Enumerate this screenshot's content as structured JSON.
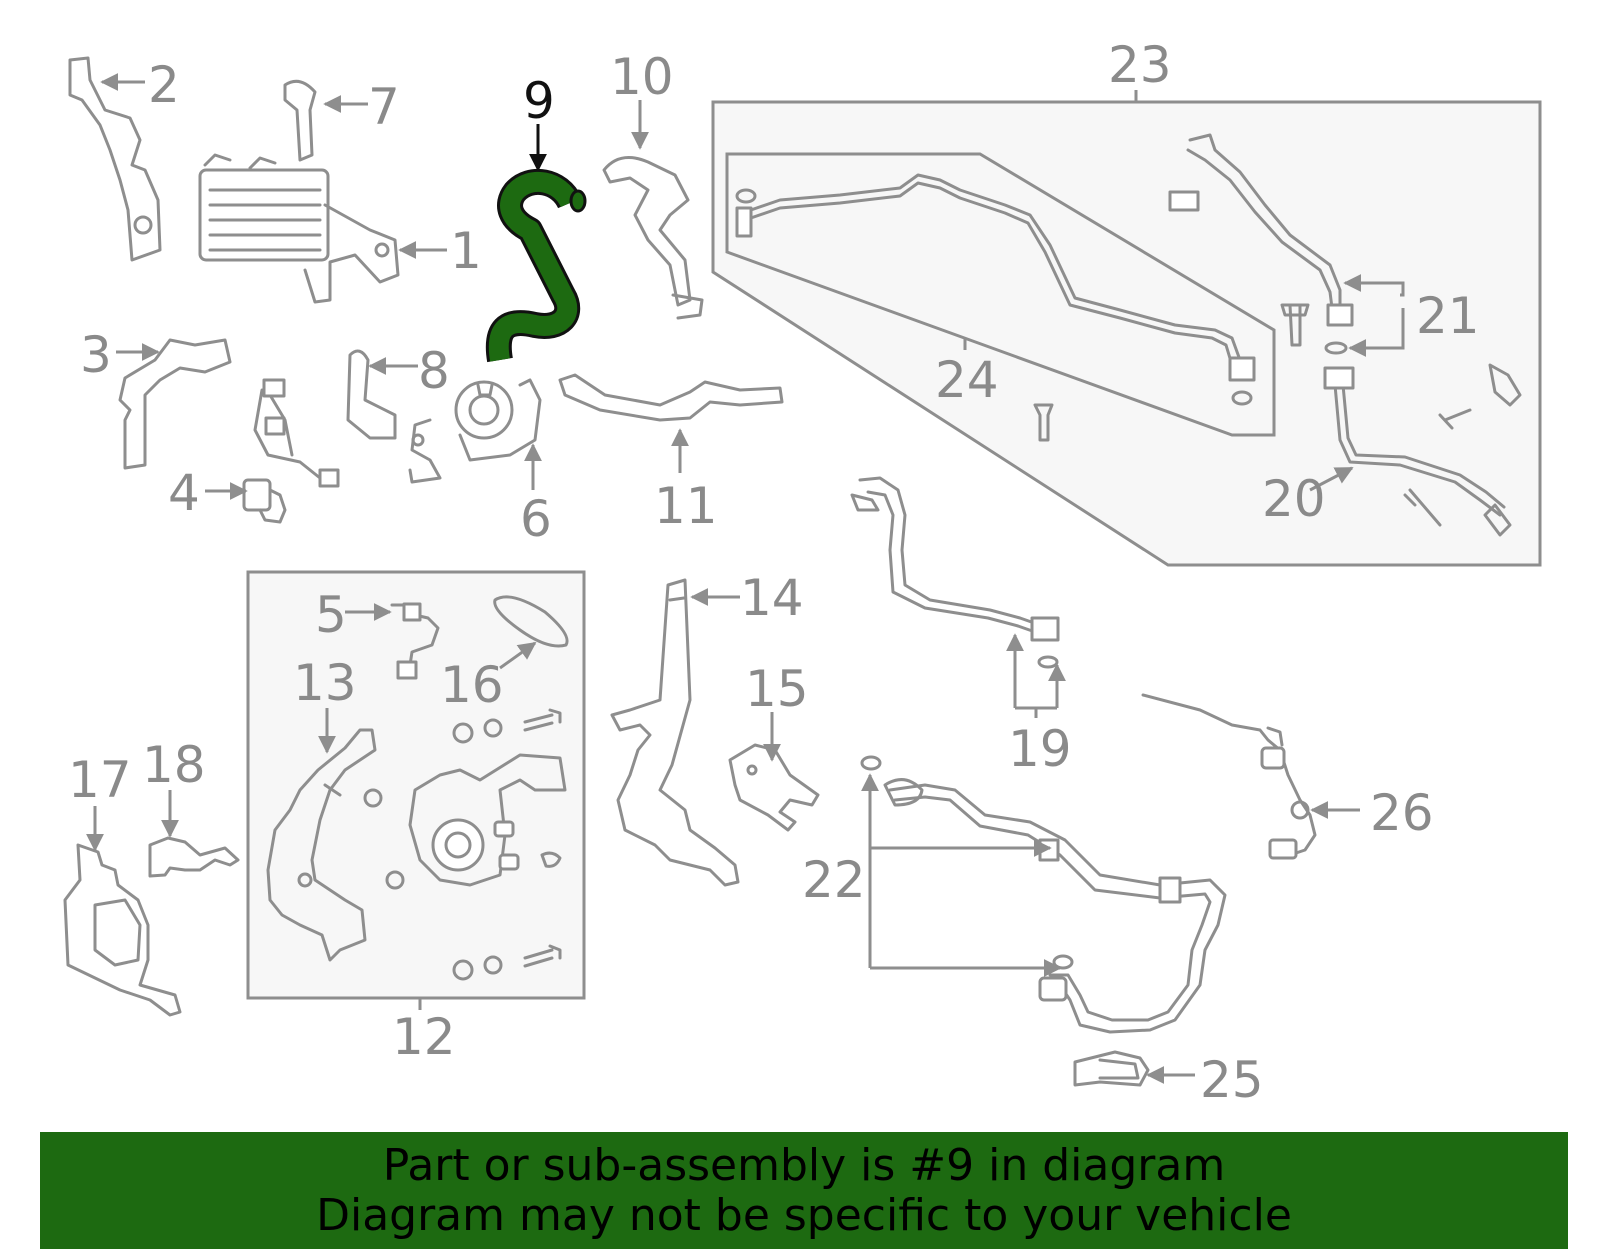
{
  "diagram": {
    "highlight_color": "#1d6a11",
    "highlighted_part": "9",
    "part_numbers": [
      "1",
      "2",
      "3",
      "4",
      "5",
      "6",
      "7",
      "8",
      "9",
      "10",
      "11",
      "12",
      "13",
      "14",
      "15",
      "16",
      "17",
      "18",
      "19",
      "20",
      "21",
      "22",
      "23",
      "24",
      "25",
      "26"
    ]
  },
  "banner": {
    "line1": "Part or sub-assembly is #9 in diagram",
    "line2": "Diagram may not be specific to your vehicle",
    "background": "#1d6a11"
  }
}
